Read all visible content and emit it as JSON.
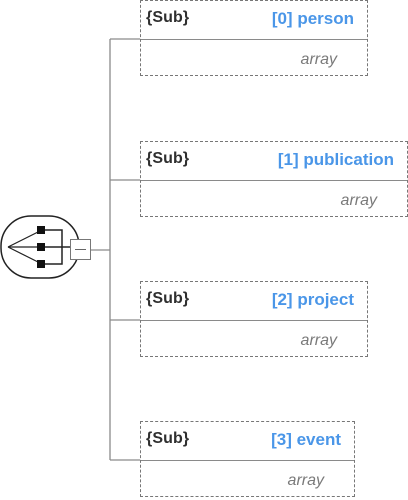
{
  "diagram": {
    "nodes": [
      {
        "tag": "{Sub}",
        "title": "[0] person",
        "type": "array"
      },
      {
        "tag": "{Sub}",
        "title": "[1] publication",
        "type": "array"
      },
      {
        "tag": "{Sub}",
        "title": "[2] project",
        "type": "array"
      },
      {
        "tag": "{Sub}",
        "title": "[3] event",
        "type": "array"
      }
    ],
    "colors": {
      "title": "#4a96e8",
      "tag": "#2f2f2f",
      "type": "#7a7a7a",
      "connector": "#8a8a8a"
    },
    "icons": {
      "root": "choice-compositor-icon",
      "toggle": "collapse-minus-icon"
    }
  }
}
